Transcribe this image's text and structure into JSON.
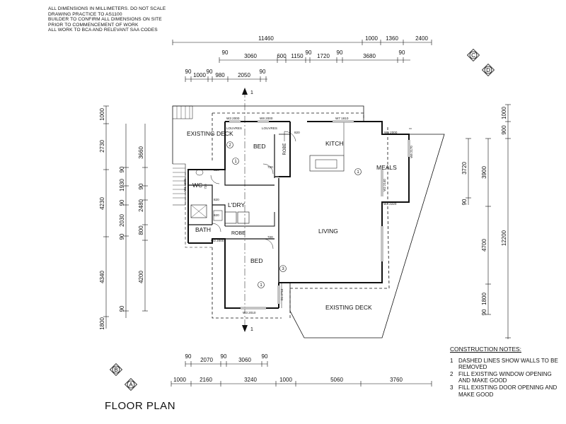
{
  "general_notes": [
    "ALL DIMENSIONS IN MILLIMETERS. DO NOT SCALE",
    "DRAWING PRACTICE TO AS1100",
    "BUILDER TO CONFIRM ALL DIMENSIONS ON SITE",
    "PRIOR TO COMMENCEMENT OF WORK",
    "ALL WORK TO BCA AND RELEVANT SAA CODES"
  ],
  "title": "FLOOR PLAN",
  "construction_notes": {
    "heading": "CONSTRUCTION NOTES:",
    "items": [
      {
        "num": "1",
        "text": "DASHED LINES SHOW WALLS TO BE REMOVED"
      },
      {
        "num": "2",
        "text": "FILL EXISTING WINDOW OPENING AND MAKE GOOD"
      },
      {
        "num": "3",
        "text": "FILL EXISTING DOOR OPENING AND MAKE GOOD"
      }
    ]
  },
  "rooms": {
    "existing_deck_top": "EXISTING DECK",
    "bed_top": "BED",
    "kitchen": "KITCH",
    "meals": "MEALS",
    "wc": "WC",
    "laundry": "L'DRY",
    "bath": "BATH",
    "robe_top": "ROBE",
    "robe_mid": "ROBE",
    "living": "LIVING",
    "bed_bottom": "BED",
    "existing_deck_bottom": "EXISTING DECK"
  },
  "markers": {
    "c": "C",
    "d": "D",
    "b": "B",
    "a": "A",
    "section": "1"
  },
  "windows": {
    "w3_2000": "W3 2000",
    "w8_2000": "W8 2000",
    "louvres_1": "LOUVRES",
    "louvres_2": "LOUVRES",
    "w7_1810": "W7 1810",
    "w5_2000": "W5 2000",
    "w6_2170": "W6 2170",
    "w2_2140": "W2 2140",
    "w4_2220": "W4 2220",
    "w2_2000": "W2 2000",
    "w3_2010": "W3 2010",
    "d1_2710": "D1 2710",
    "w1_1810": "W1 1810",
    "d_820a": "820",
    "d_820b": "820",
    "d_820c": "820",
    "d_720a": "720",
    "d_720b": "720",
    "d_720c": "720",
    "d_820d": "820"
  },
  "dims": {
    "top_row1": [
      "11460",
      "1000",
      "1360",
      "2400"
    ],
    "top_row2": [
      "90",
      "3060",
      "600",
      "1150",
      "90",
      "1720",
      "90",
      "3680",
      "90"
    ],
    "top_row3": [
      "90",
      "1000",
      "90",
      "980",
      "2050",
      "90"
    ],
    "bottom_row1": [
      "90",
      "2070",
      "90",
      "3060",
      "90"
    ],
    "bottom_row2": [
      "1000",
      "2160",
      "3240",
      "1000",
      "5060",
      "3760"
    ],
    "left_outer": [
      "1000",
      "2730",
      "4230",
      "4340",
      "1800"
    ],
    "left_inner": [
      "3660",
      "90",
      "1930",
      "90",
      "2030",
      "90",
      "4200",
      "90"
    ],
    "left_mid": [
      "90",
      "2480",
      "800"
    ],
    "right_outer": [
      "900",
      "1000",
      "12200"
    ],
    "right_inner": [
      "3720",
      "3900",
      "90",
      "4700",
      "1800",
      "90"
    ]
  }
}
